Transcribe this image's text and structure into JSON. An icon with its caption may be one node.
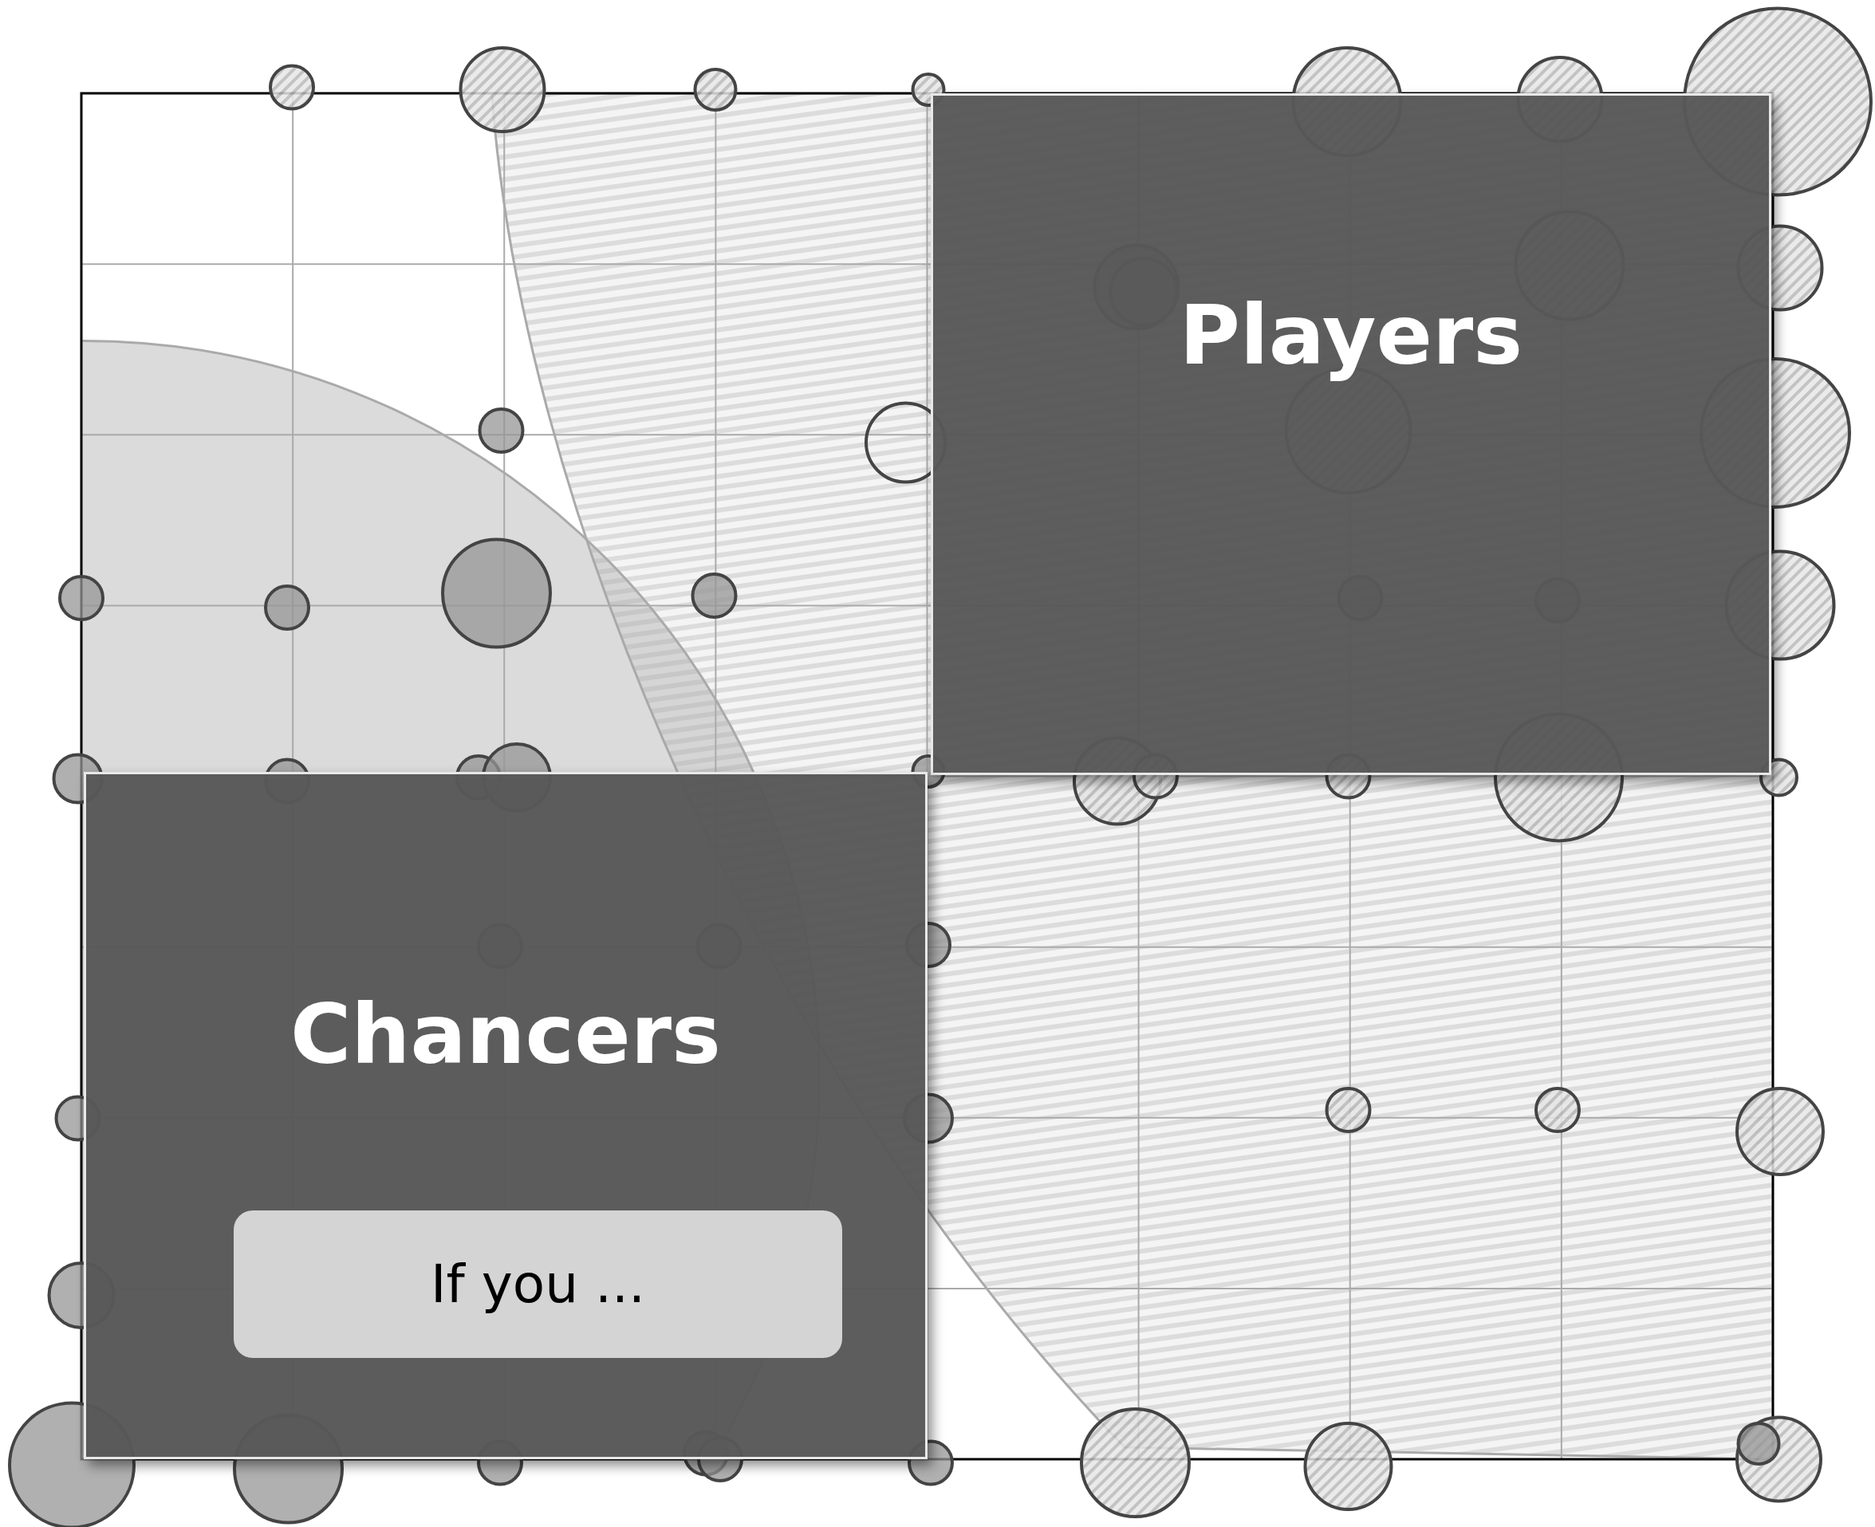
{
  "diagram": {
    "nodes": [
      {
        "text": [
          "Players"
        ]
      },
      {
        "text": [
          "Chancers"
        ]
      },
      {
        "text": [
          "If you ..."
        ],
        "in": 1
      }
    ]
  }
}
